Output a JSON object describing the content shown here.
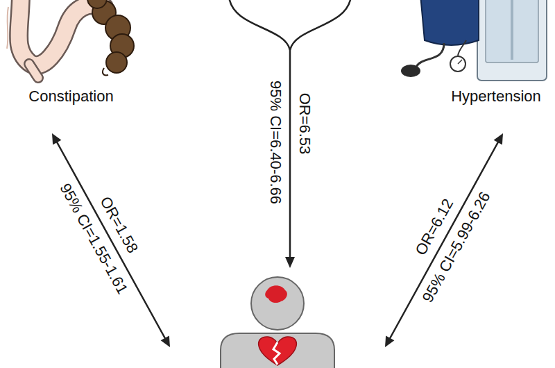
{
  "diagram": {
    "nodes": [
      {
        "text": [
          "Constipation"
        ]
      },
      {
        "text": [
          "Hypertension"
        ]
      },
      {
        "text": []
      }
    ],
    "edges": [
      {
        "from": 0,
        "to": 2,
        "arrow": "both",
        "label": "OR=1.58"
      },
      {
        "from": 1,
        "to": 2,
        "arrow": "both",
        "label": "OR=6.12"
      }
    ],
    "labels": [
      "OR=6.53",
      "95% CI=6.40-6.66",
      "95% CI=1.55-1.61",
      "95% CI=5.99-6.26"
    ]
  }
}
